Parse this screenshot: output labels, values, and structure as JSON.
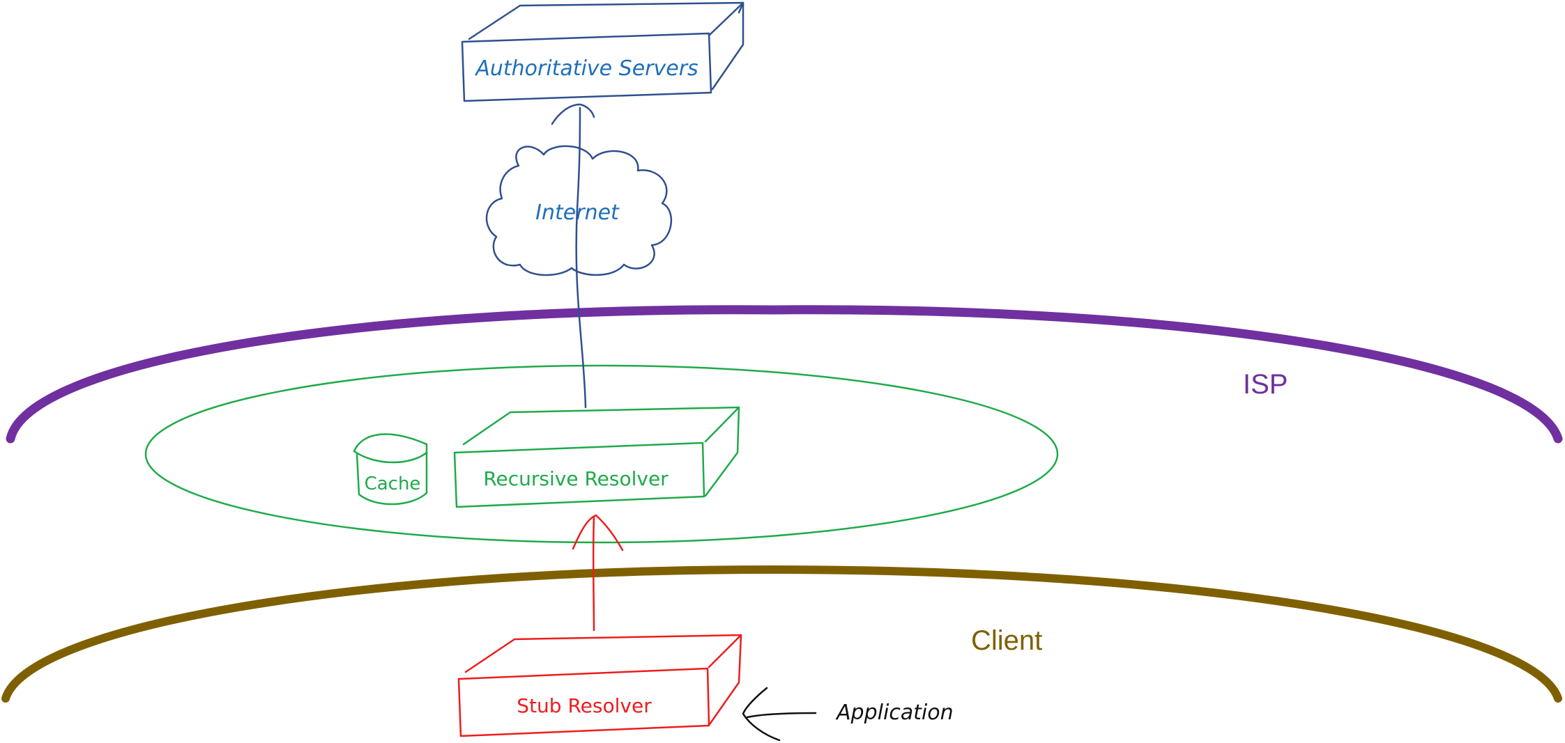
{
  "diagram": {
    "nodes": {
      "authoritative": {
        "label": "Authoritative Servers",
        "color": "#2f4f8f",
        "text_color": "#1f6fb8"
      },
      "internet": {
        "label": "Internet",
        "color": "#2f4f8f",
        "text_color": "#1f6fb8"
      },
      "recursive": {
        "label": "Recursive Resolver",
        "color": "#1faa4a",
        "text_color": "#1faa4a"
      },
      "cache": {
        "label": "Cache",
        "color": "#1faa4a",
        "text_color": "#1faa4a"
      },
      "stub": {
        "label": "Stub Resolver",
        "color": "#ee1c1c",
        "text_color": "#ee1c1c"
      },
      "application": {
        "label": "Application",
        "color": "#111111",
        "text_color": "#111111"
      }
    },
    "zones": {
      "isp": {
        "label": "ISP",
        "color": "#7030a0"
      },
      "client": {
        "label": "Client",
        "color": "#7f6000"
      }
    },
    "edges": [
      {
        "from": "Stub Resolver",
        "to": "Recursive Resolver",
        "color": "#ee1c1c"
      },
      {
        "from": "Recursive Resolver",
        "to": "Authoritative Servers",
        "color": "#2f4f8f"
      },
      {
        "from": "Application",
        "to": "Stub Resolver",
        "color": "#111111"
      }
    ]
  }
}
